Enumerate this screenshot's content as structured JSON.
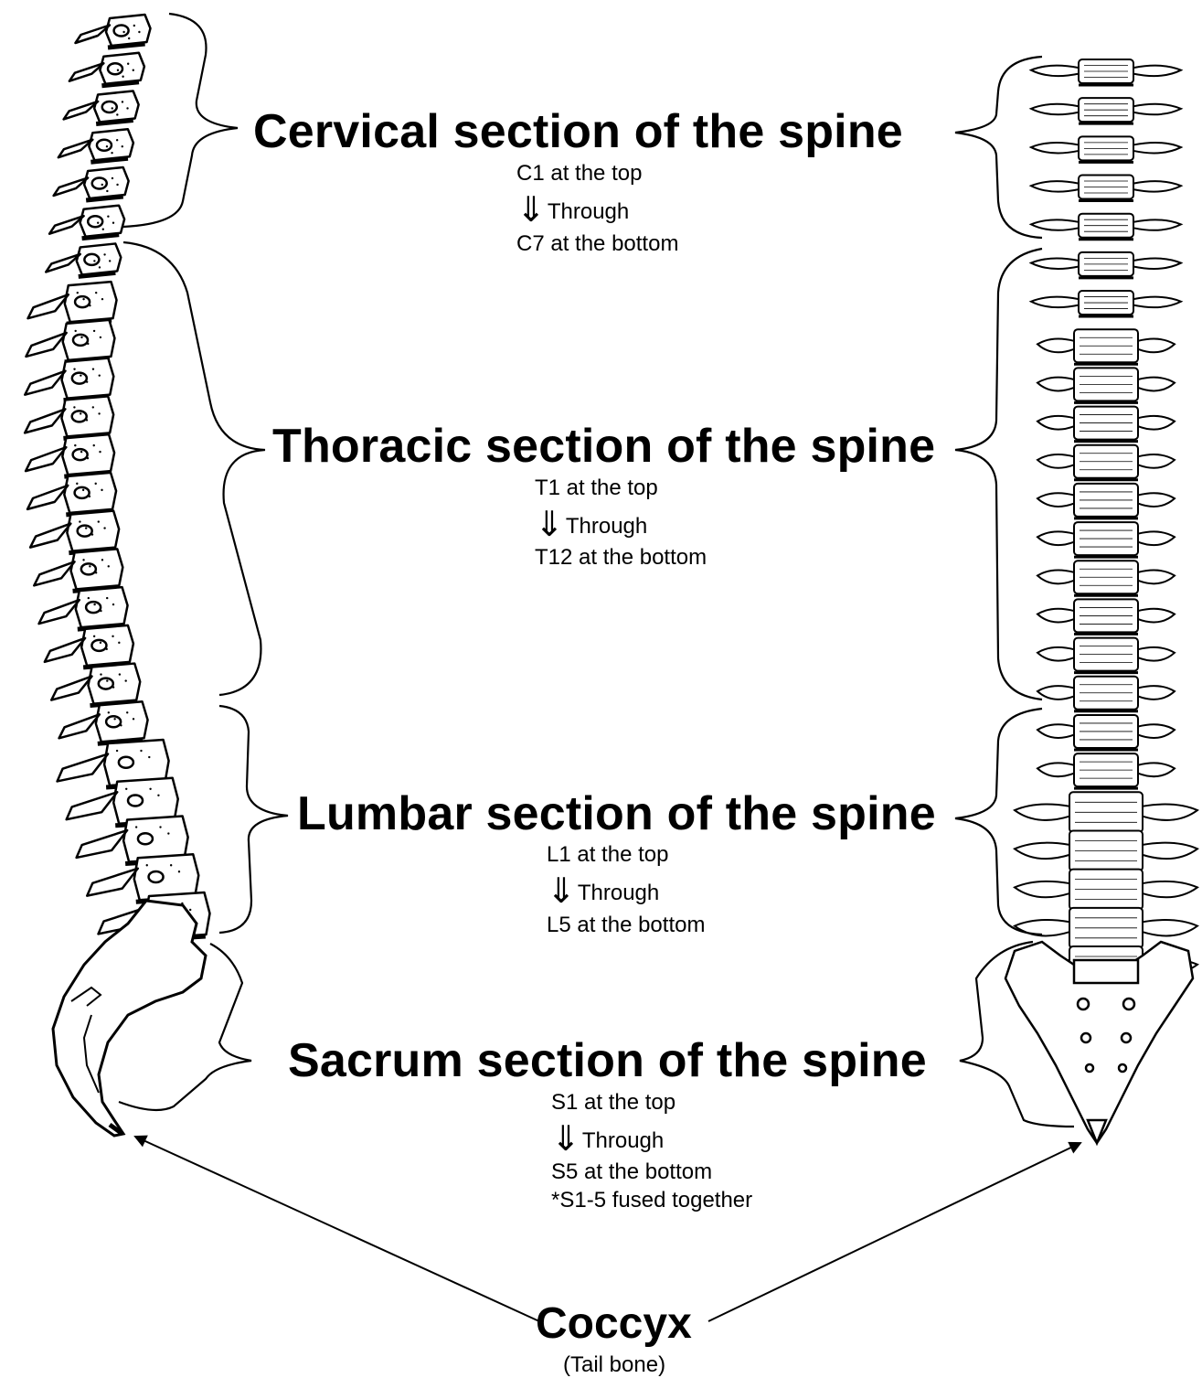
{
  "sections": [
    {
      "id": "cervical",
      "title": "Cervical section of the spine",
      "top_line": "C1 at the top",
      "through": "Through",
      "arrow_symbol": "⇓",
      "bottom_line": "C7 at the bottom"
    },
    {
      "id": "thoracic",
      "title": "Thoracic section of the spine",
      "top_line": "T1 at the top",
      "through": "Through",
      "arrow_symbol": "⇓",
      "bottom_line": "T12 at the bottom"
    },
    {
      "id": "lumbar",
      "title": "Lumbar section of the spine",
      "top_line": "L1 at the top",
      "through": "Through",
      "arrow_symbol": "⇓",
      "bottom_line": "L5 at the bottom"
    },
    {
      "id": "sacrum",
      "title": "Sacrum section of the spine",
      "top_line": "S1 at the top",
      "through": "Through",
      "arrow_symbol": "⇓",
      "bottom_line": "S5 at the bottom",
      "note": "*S1-5 fused together"
    }
  ],
  "coccyx": {
    "title": "Coccyx",
    "subtitle": "(Tail bone)"
  },
  "colors": {
    "ink": "#000000",
    "bone_fill": "#ffffff",
    "background": "#ffffff"
  }
}
